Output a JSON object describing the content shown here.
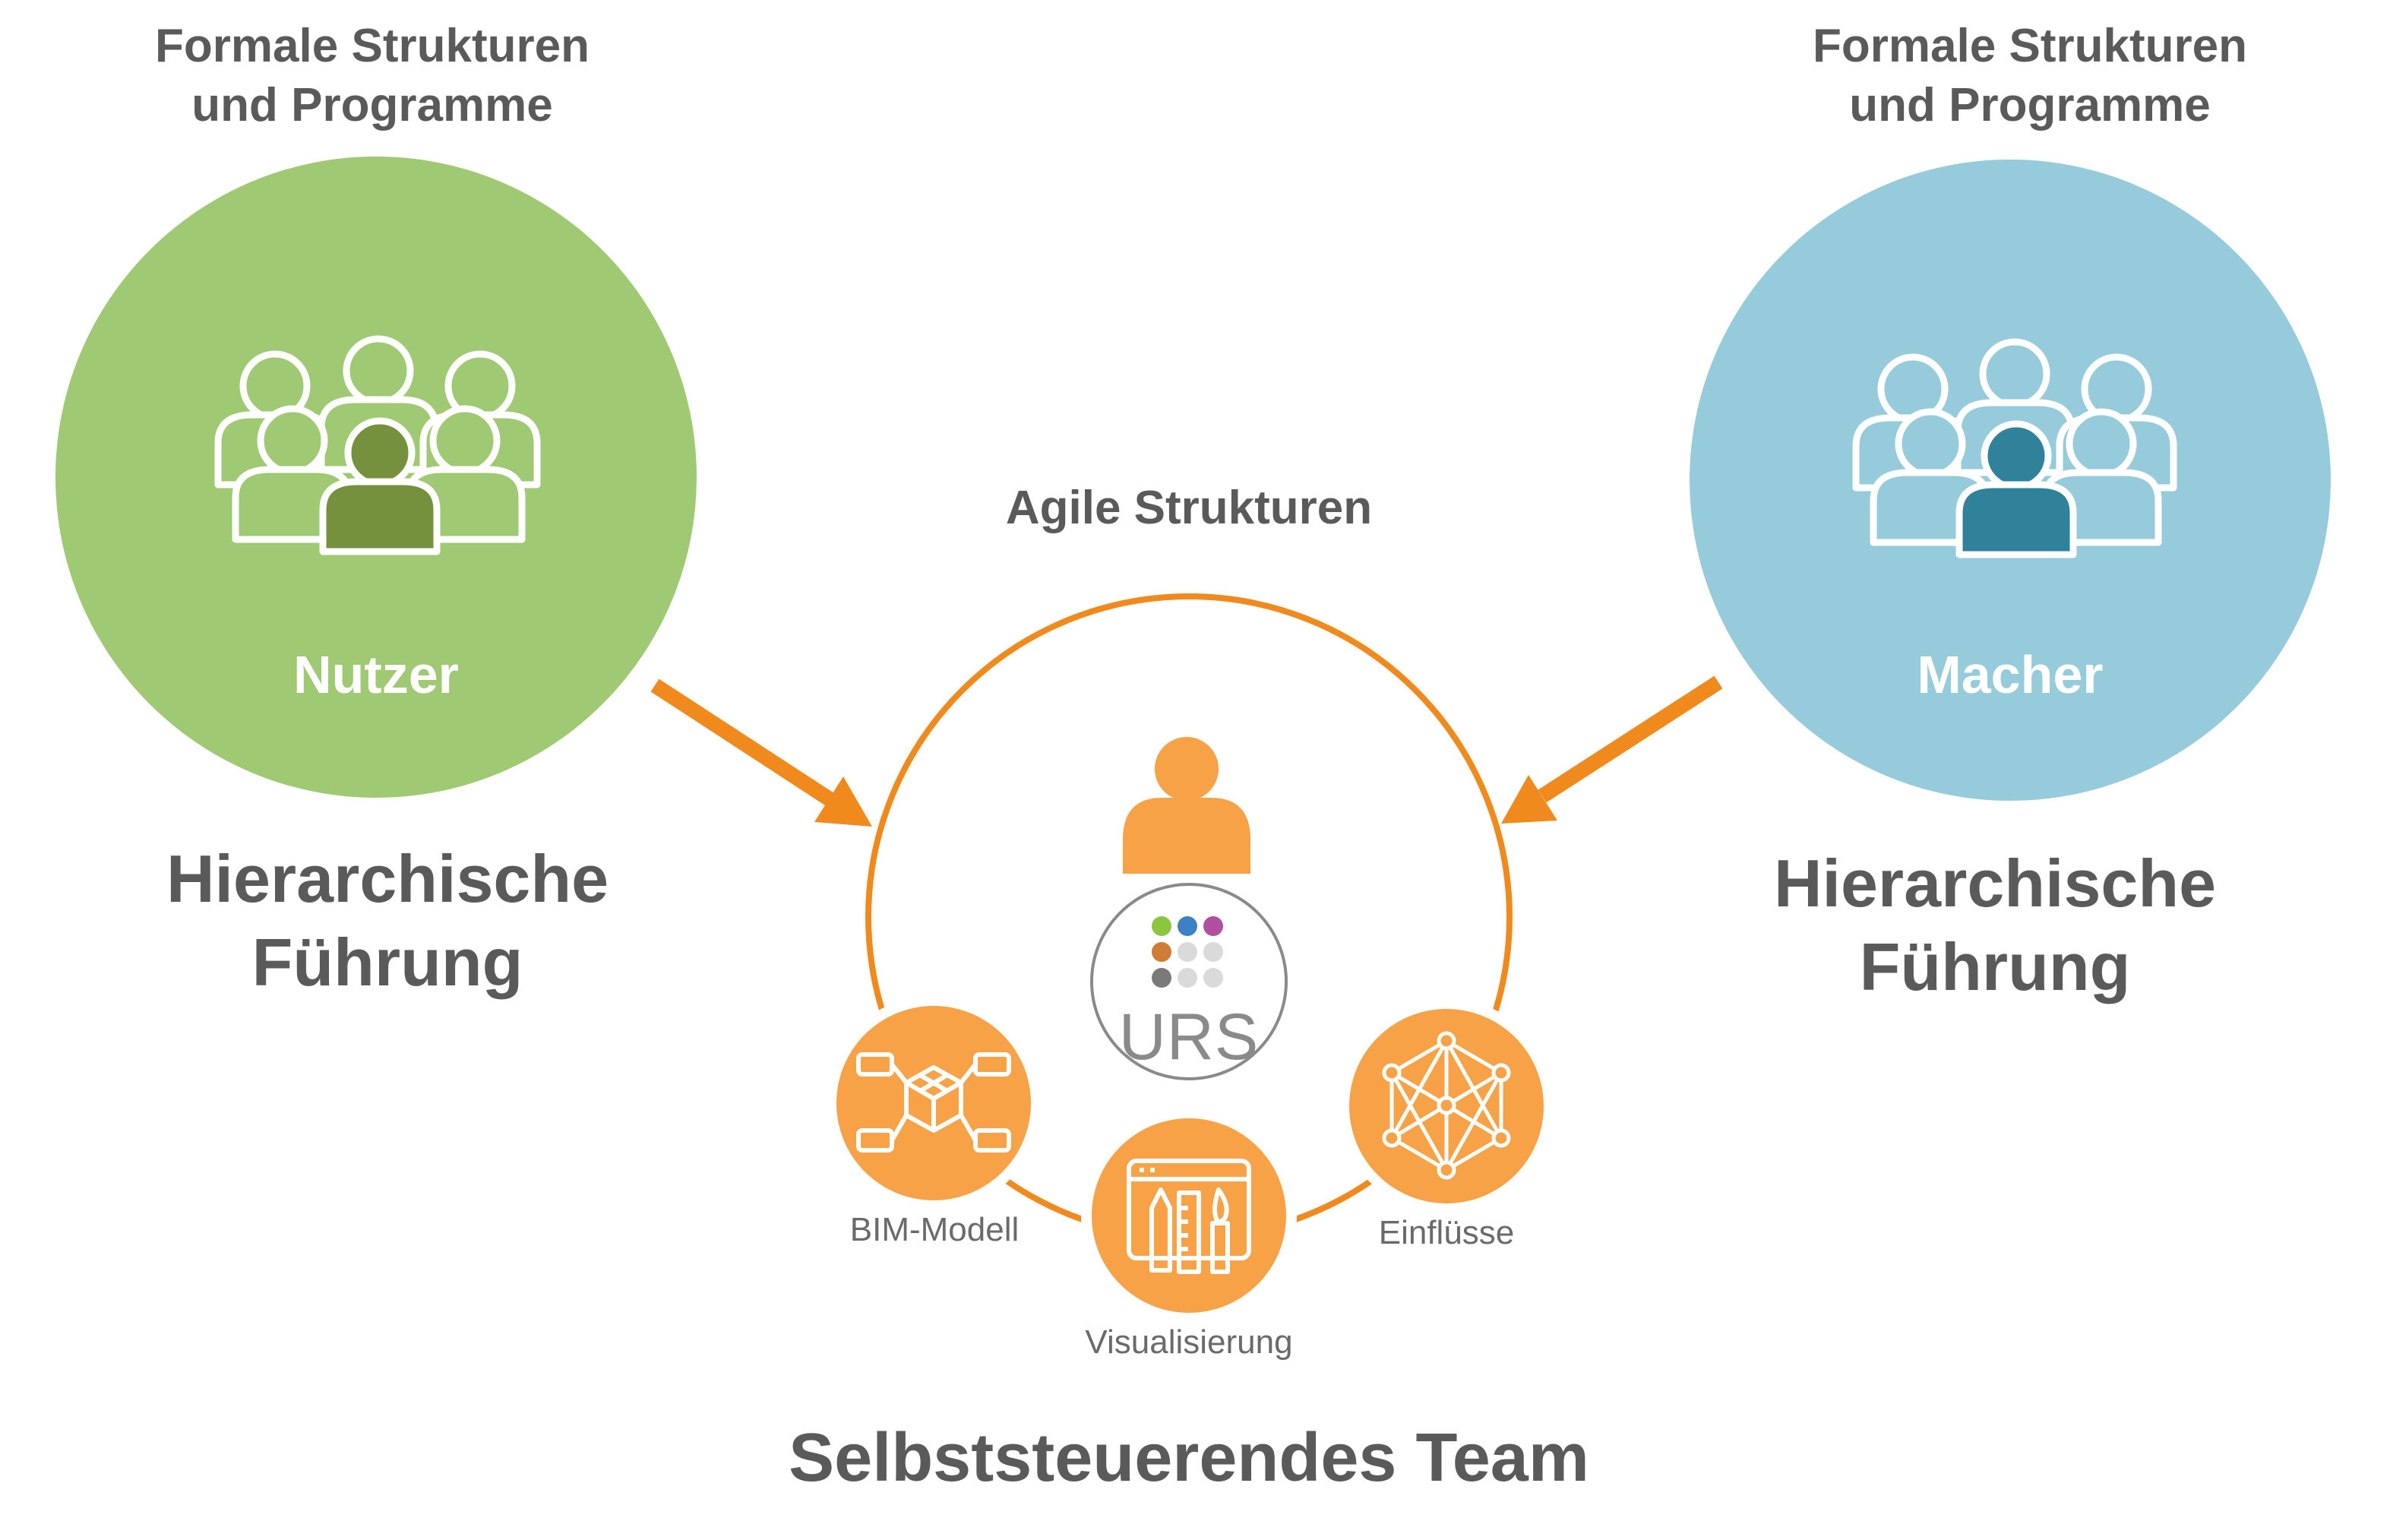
{
  "left": {
    "heading": "Formale Strukturen\nund Programme",
    "role": "Nutzer",
    "leadership": "Hierarchische\nFührung",
    "color": "#9fca73",
    "accent": "#76913d",
    "icon": "group-people-icon"
  },
  "right": {
    "heading": "Formale Strukturen\nund Programme",
    "role": "Macher",
    "leadership": "Hierarchische\nFührung",
    "color": "#96cbdb",
    "accent": "#2f8299",
    "icon": "group-people-icon"
  },
  "center": {
    "heading": "Agile Strukturen",
    "title": "Selbststeuerendes Team",
    "color": "#f7a247",
    "ring_color": "#f08a1c",
    "logo_text": "URS",
    "logo_dots": [
      "#8cc63f",
      "#3f7fc4",
      "#b04fa0",
      "#d17c35",
      "#dadada",
      "#dadada",
      "#7a7a7a",
      "#dadada",
      "#dadada"
    ],
    "items": [
      {
        "label": "BIM-Modell",
        "icon": "cube-network-icon"
      },
      {
        "label": "Visualisierung",
        "icon": "design-tools-icon"
      },
      {
        "label": "Einflüsse",
        "icon": "network-mesh-icon"
      }
    ]
  }
}
